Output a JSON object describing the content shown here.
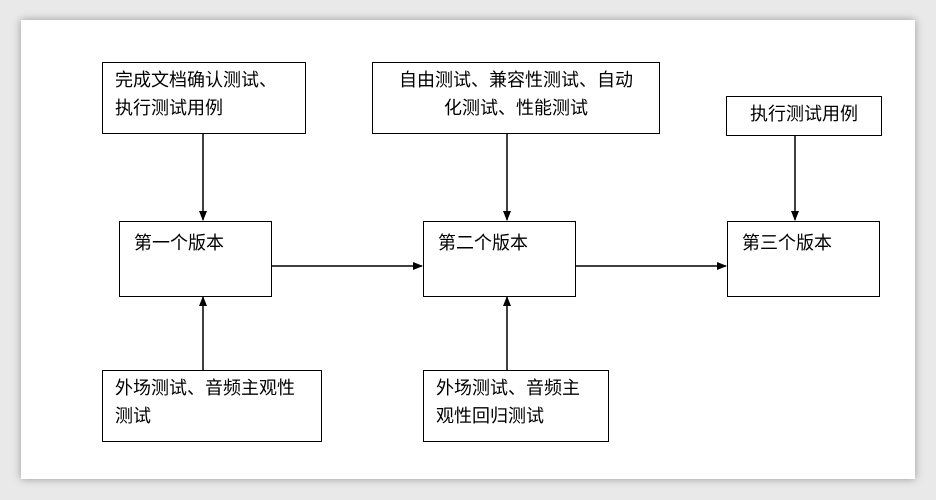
{
  "diagram": {
    "nodes": {
      "top_1": "完成文档确认测试、\n执行测试用例",
      "top_2": "自由测试、兼容性测试、自动\n化测试、性能测试",
      "top_3": "执行测试用例",
      "version_1": "第一个版本",
      "version_2": "第二个版本",
      "version_3": "第三个版本",
      "bottom_1": "外场测试、音频主观性\n测试",
      "bottom_2": "外场测试、音频主\n观性回归测试"
    },
    "edges": [
      {
        "from": "top_1",
        "to": "version_1"
      },
      {
        "from": "top_2",
        "to": "version_2"
      },
      {
        "from": "top_3",
        "to": "version_3"
      },
      {
        "from": "bottom_1",
        "to": "version_1"
      },
      {
        "from": "bottom_2",
        "to": "version_2"
      },
      {
        "from": "version_1",
        "to": "version_2"
      },
      {
        "from": "version_2",
        "to": "version_3"
      }
    ]
  }
}
